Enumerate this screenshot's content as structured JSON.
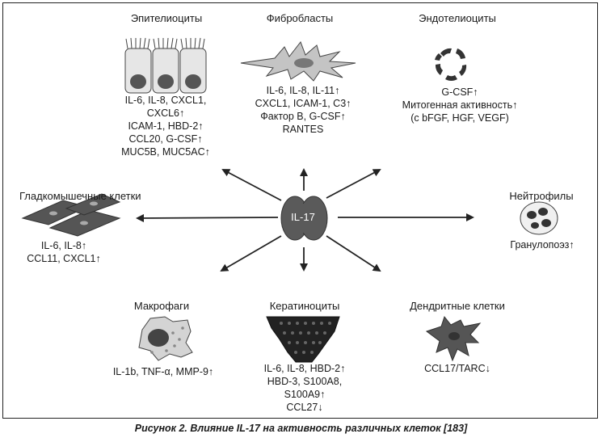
{
  "center": {
    "label": "IL-17"
  },
  "cells": {
    "epithelial": {
      "title": "Эпителиоциты",
      "lines": [
        "IL-6, IL-8, CXCL1,",
        "CXCL6↑",
        "ICAM-1, HBD-2↑",
        "CCL20, G-CSF↑",
        "MUC5B, MUC5AC↑"
      ]
    },
    "fibroblasts": {
      "title": "Фибробласты",
      "lines": [
        "IL-6, IL-8, IL-11↑",
        "CXCL1, ICAM-1, C3↑",
        "Фактор B, G-CSF↑",
        "RANTES"
      ]
    },
    "endothelial": {
      "title": "Эндотелиоциты",
      "lines": [
        "G-CSF↑",
        "Митогенная активность↑",
        "(с bFGF, HGF, VEGF)"
      ]
    },
    "smooth_muscle": {
      "title": "Гладкомышечные клетки",
      "lines": [
        "IL-6, IL-8↑",
        "CCL11, CXCL1↑"
      ]
    },
    "neutrophils": {
      "title": "Нейтрофилы",
      "lines": [
        "Гранулопоэз↑"
      ]
    },
    "macrophages": {
      "title": "Макрофаги",
      "lines": [
        "IL-1b, TNF-α, MMP-9↑"
      ]
    },
    "keratinocytes": {
      "title": "Кератиноциты",
      "lines": [
        "IL-6, IL-8, HBD-2↑",
        "HBD-3, S100A8,",
        "S100A9↑",
        "CCL27↓"
      ]
    },
    "dendritic": {
      "title": "Дендритные клетки",
      "lines": [
        "CCL17/TARC↓"
      ]
    }
  },
  "caption": "Рисунок 2. Влияние IL-17 на активность различных клеток [183]",
  "colors": {
    "center_fill": "#5a5a5a",
    "arrow": "#222222",
    "cell_gray": "#b8b8b8",
    "nucleus": "#555555"
  }
}
